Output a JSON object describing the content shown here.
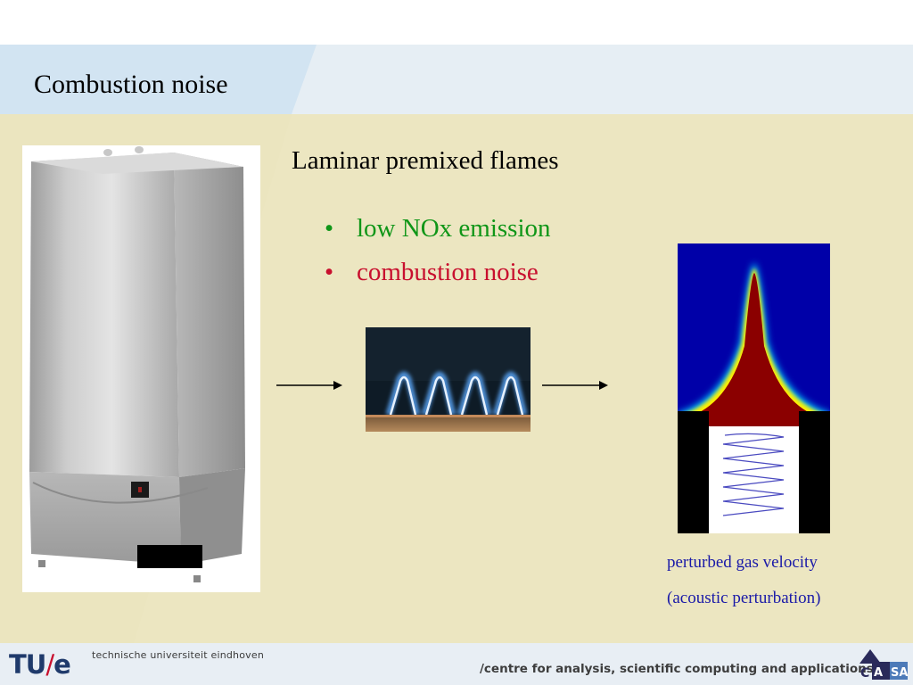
{
  "slide": {
    "title": "Combustion noise",
    "subtitle": "Laminar premixed flames",
    "bullets": [
      {
        "text": "low NOx emission",
        "color": "#109618"
      },
      {
        "text": "combustion noise",
        "color": "#c8102e"
      }
    ],
    "bullet_glyph": "•",
    "caption_line1": "perturbed gas velocity",
    "caption_line2": "(acoustic perturbation)",
    "caption_color": "#1a1aa8"
  },
  "footer": {
    "logo_main": "TU",
    "logo_slash": "/",
    "logo_tail": "e",
    "institution": "technische universiteit eindhoven",
    "centre": "/centre for analysis, scientific computing and applications",
    "casa_logo_text": "CASA"
  },
  "icons": [
    "boiler-image",
    "flame-photo",
    "flame-simulation",
    "arrow-right-icon",
    "wave-spring-icon",
    "tue-logo",
    "casa-logo"
  ],
  "colors": {
    "content_bg": "#ece6c1",
    "header_bg": "#e6eef4",
    "header_tab": "#d2e4f2",
    "footer_bg": "#e8eef4"
  }
}
